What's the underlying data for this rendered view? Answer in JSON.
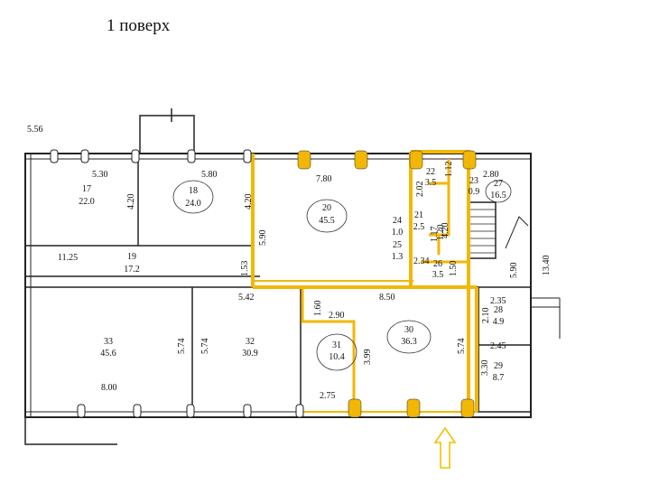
{
  "title": "1 поверх",
  "colors": {
    "highlight": "#f2b705",
    "wall": "#222222",
    "arrow": "#f2c200"
  },
  "rooms": [
    {
      "id": "17",
      "area": "22.0"
    },
    {
      "id": "18",
      "area": "24.0"
    },
    {
      "id": "19",
      "area": "17.2"
    },
    {
      "id": "20",
      "area": "45.5"
    },
    {
      "id": "21",
      "area": "2.5"
    },
    {
      "id": "22",
      "area": "3.5"
    },
    {
      "id": "23",
      "area": "0.9"
    },
    {
      "id": "24",
      "area": "1.0"
    },
    {
      "id": "25",
      "area": "1.3"
    },
    {
      "id": "26",
      "area": "3.5"
    },
    {
      "id": "27",
      "area": "16.5"
    },
    {
      "id": "28",
      "area": "4.9"
    },
    {
      "id": "29",
      "area": "8.7"
    },
    {
      "id": "30",
      "area": "36.3"
    },
    {
      "id": "31",
      "area": "10.4"
    },
    {
      "id": "32",
      "area": "30.9"
    },
    {
      "id": "33",
      "area": "45.6"
    }
  ],
  "dimensions": [
    "5.56",
    "5.30",
    "5.80",
    "7.80",
    "2.80",
    "1.12",
    "2.02",
    "4.20",
    "4.20",
    "4.20",
    "5.90",
    "11.25",
    "1.53",
    "5.42",
    "8.50",
    "1.50",
    "5.90",
    "13.40",
    "2.35",
    "2.10",
    "1.60",
    "2.90",
    "5.74",
    "5.74",
    "3.99",
    "5.74",
    "2.45",
    "3.30",
    "8.00",
    "2.75",
    "1.17",
    "1.20",
    "2.34"
  ]
}
